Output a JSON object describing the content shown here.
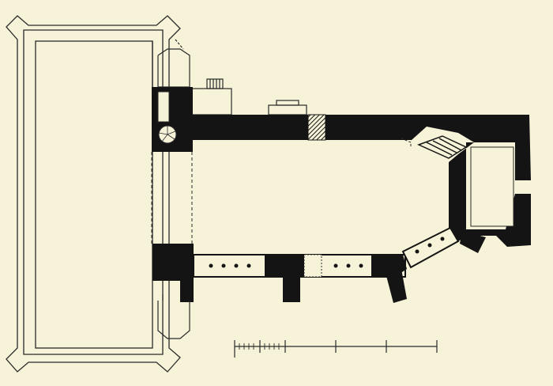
{
  "diagram": {
    "type": "architectural-floor-plan",
    "colors": {
      "paper": "#f6f3d8",
      "wall": "#141414",
      "line": "#2a2a2a"
    },
    "scale_bar": {
      "major_divisions": 4,
      "minor_ticks_first_division": 5,
      "minor_ticks_second_division": 5
    }
  }
}
